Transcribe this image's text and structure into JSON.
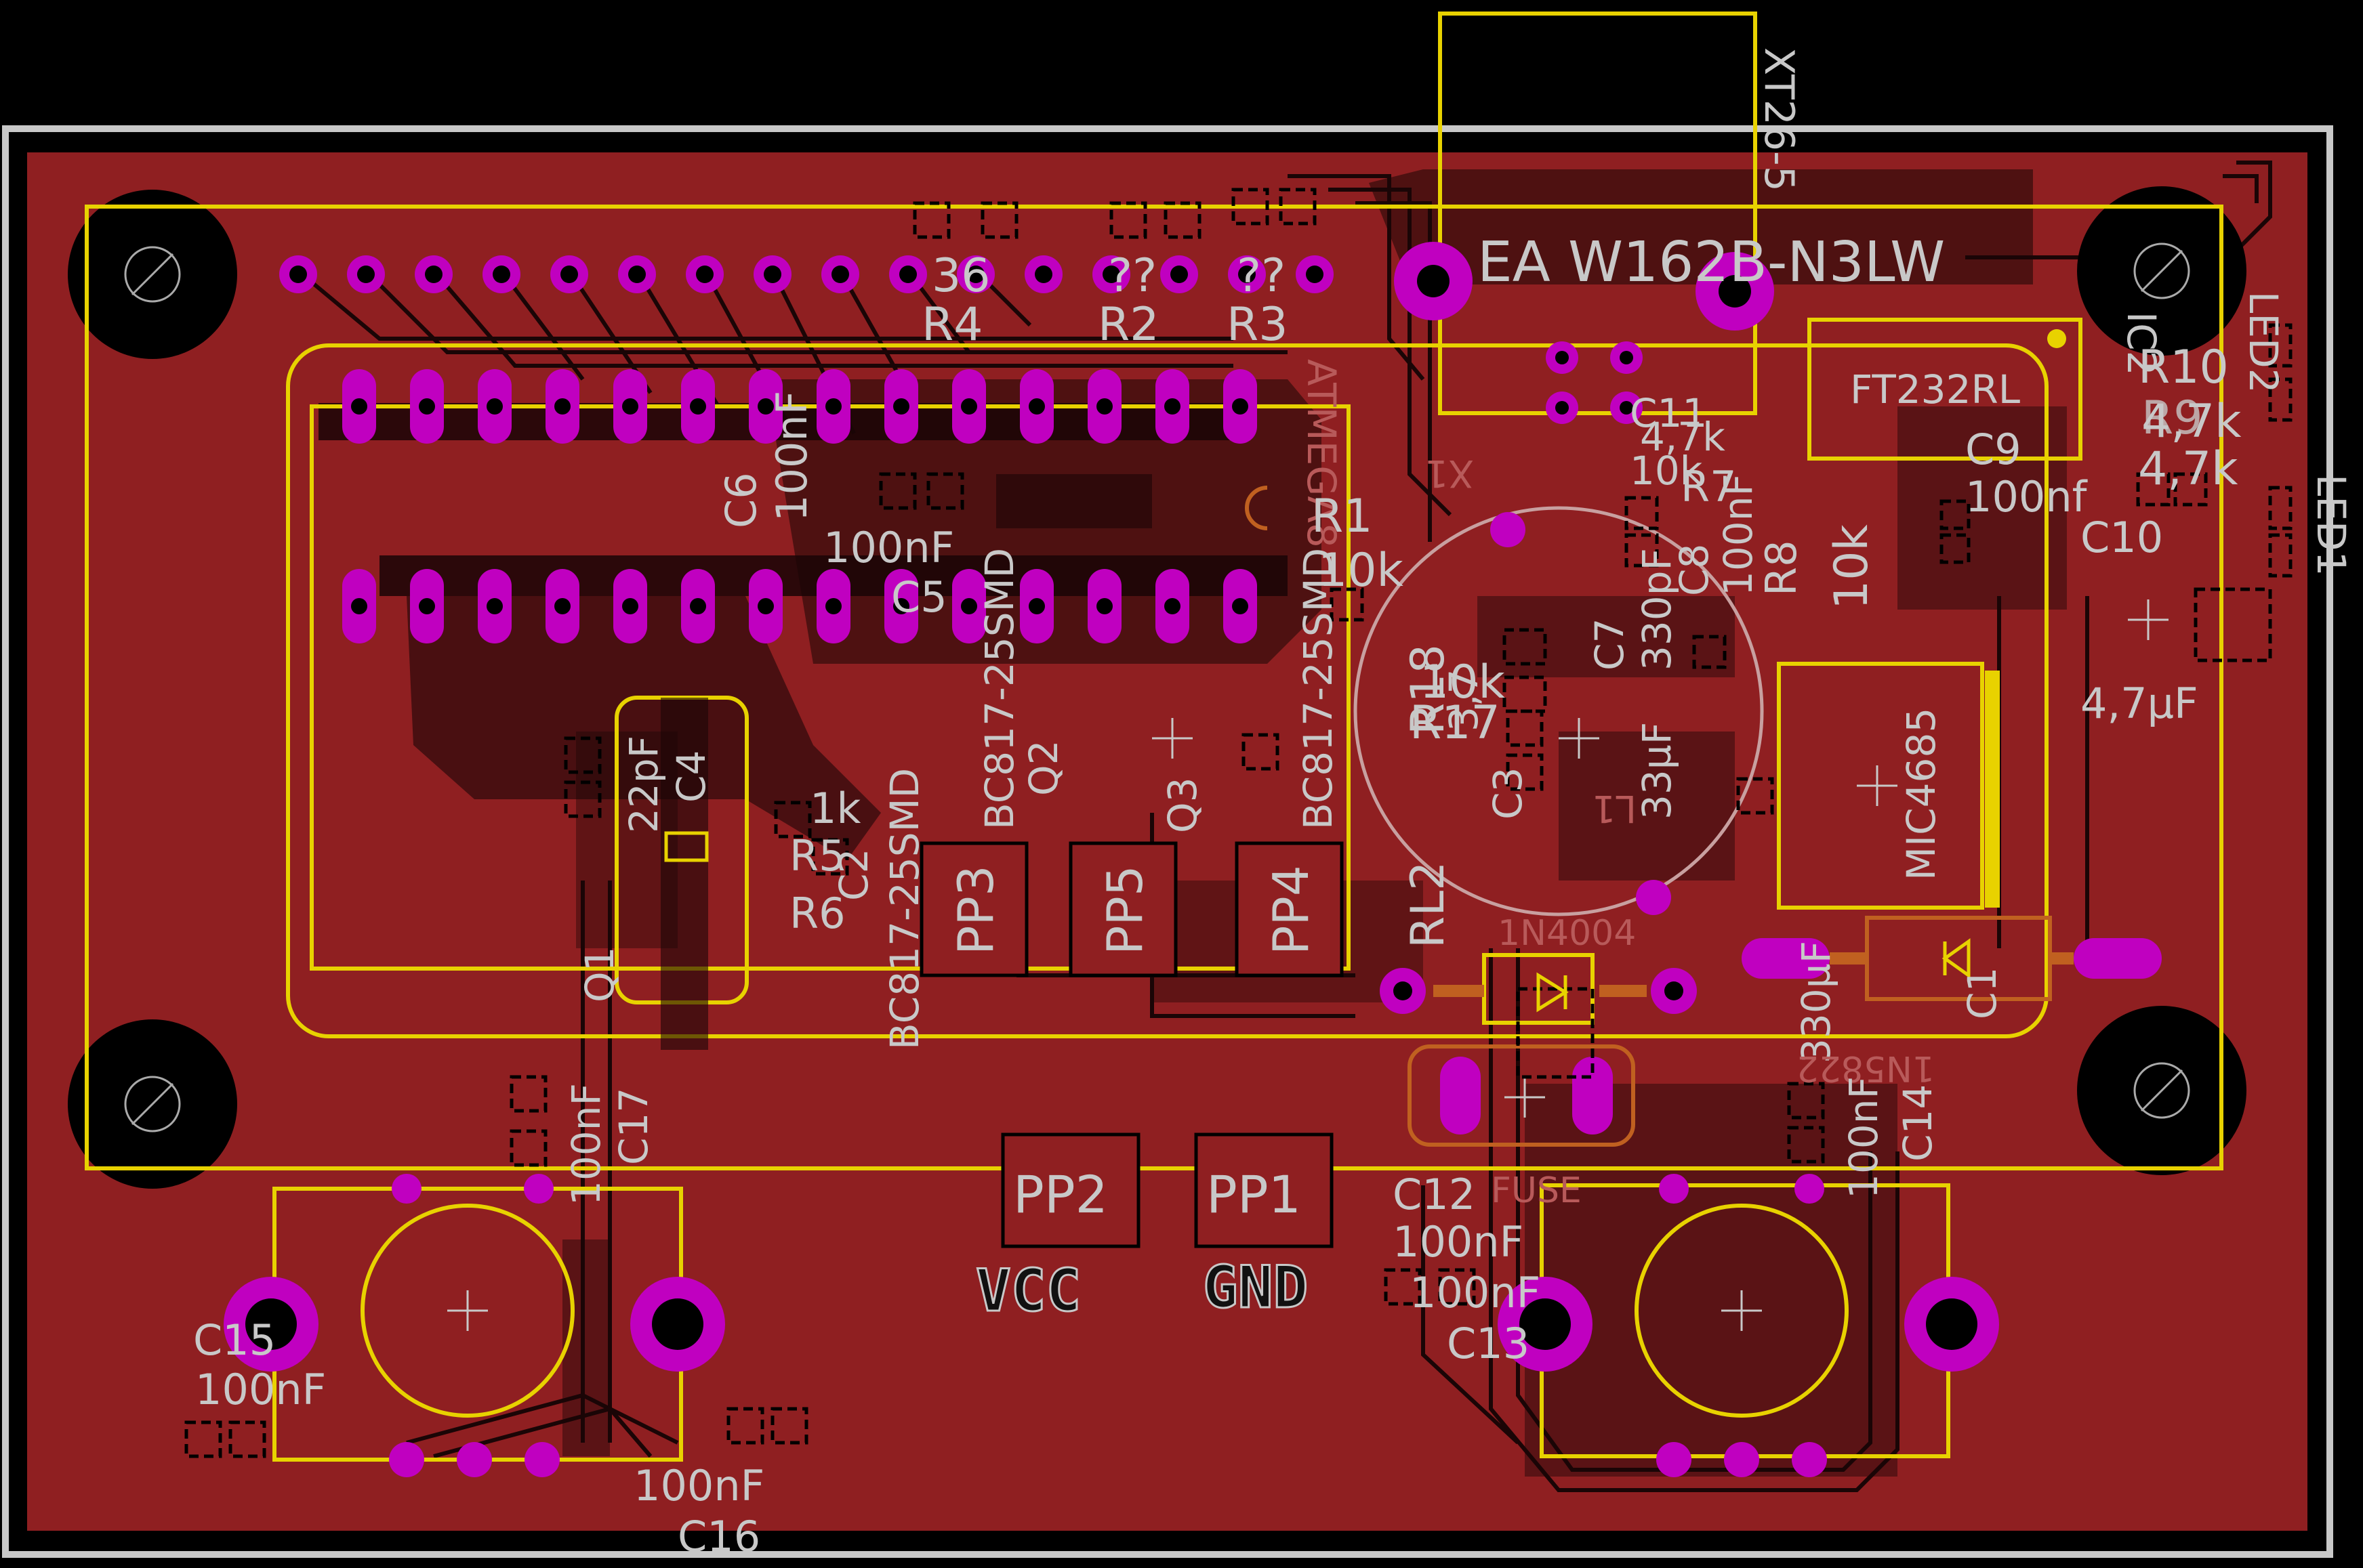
{
  "board": {
    "display_part": "EA W162B-N3LW",
    "crystal_part": "XT26-5",
    "crystal_ref": "X1"
  },
  "colors": {
    "background": "#000000",
    "copper_top": "#8f1f21",
    "trace_dark": "#6a1012",
    "silk": "#e8d200",
    "pad": "#c000c0",
    "pad_ring": "#a000a0",
    "text_grey": "#c8c8c8",
    "outline": "#c8c8c8"
  },
  "labels": {
    "r4_val": "36",
    "r4": "R4",
    "r2_val": "??",
    "r2": "R2",
    "r3_val": "??",
    "r3": "R3",
    "c6": "C6",
    "c6_val": "100nF",
    "c5_val": "100nF",
    "c5": "C5",
    "r1": "R1",
    "r1_val": "10k",
    "ic_atmega": "ATMEGA8",
    "ftdi": "FT232RL",
    "ic2": "IC2",
    "r10": "R10",
    "r10_val": "4,7k",
    "r9": "R9",
    "r9_val": "4,7k",
    "led2": "LED2",
    "led1": "LED1",
    "c9": "C9",
    "c9_val": "100nf",
    "c10": "C10",
    "c11": "C11",
    "c11_val": "4,7k",
    "r7": "R7",
    "r7_val": "10k",
    "r8": "R8",
    "r8_val": "10k",
    "c8": "C8",
    "c8_val": "100nF",
    "c7": "C7",
    "c7_val": "330pF",
    "r18": "R18",
    "r18_val": "10k",
    "r17": "R17",
    "r17_val": "3,7",
    "c3": "C3",
    "c3_val": "33µF",
    "mic": "MIC4685",
    "cap47": "4,7µF",
    "q2": "Q2",
    "q3": "Q3",
    "bc817a": "BC817-25SMD",
    "bc817b": "BC817-25SMD",
    "bc817c": "BC817-25SMD",
    "c4": "C4",
    "c4_val": "22pF",
    "r5_val": "1k",
    "r5": "R5",
    "r6": "R6",
    "c2": "C2",
    "q1": "Q1",
    "pp3": "PP3",
    "pp5": "PP5",
    "pp4": "PP4",
    "pp2": "PP2",
    "pp1": "PP1",
    "vcc": "VCC",
    "gnd": "GND",
    "rl2": "RL2",
    "d_part": "1N4004",
    "fuse": "FUSE",
    "c12": "C12",
    "c12_val": "100nF",
    "c13_val": "100nF",
    "c13": "C13",
    "c1_val": "330µF",
    "c1": "C1",
    "d2_part": "1N5822",
    "c14": "C14",
    "c14_val": "100nF",
    "c17": "C17",
    "c17_val": "100nF",
    "c15": "C15",
    "c15_val": "100nF",
    "c16_val": "100nF",
    "c16": "C16",
    "l1": "L1"
  }
}
